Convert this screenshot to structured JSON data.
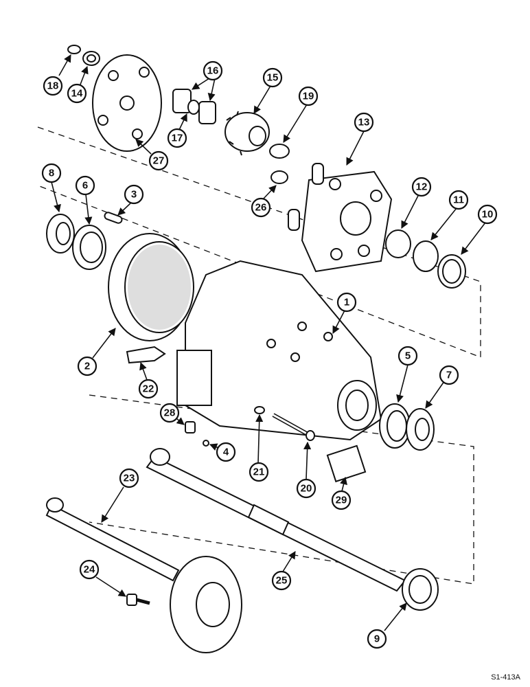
{
  "diagram": {
    "reference_code": "S1-413A",
    "callouts": [
      "18",
      "14",
      "16",
      "15",
      "19",
      "13",
      "27",
      "17",
      "8",
      "6",
      "3",
      "26",
      "12",
      "11",
      "10",
      "1",
      "2",
      "5",
      "7",
      "22",
      "28",
      "4",
      "21",
      "20",
      "29",
      "23",
      "25",
      "24",
      "9"
    ]
  }
}
